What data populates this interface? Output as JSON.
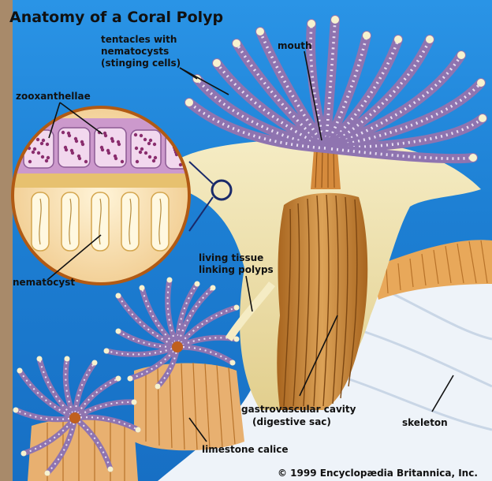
{
  "title": "Anatomy of a Coral Polyp",
  "labels": {
    "tentacles_line1": "tentacles with",
    "tentacles_line2": "nematocysts",
    "tentacles_line3": "(stinging cells)",
    "mouth": "mouth",
    "zooxanthellae": "zooxanthellae",
    "nematocyst": "nematocyst",
    "living_tissue_line1": "living tissue",
    "living_tissue_line2": "linking polyps",
    "gastro_line1": "gastrovascular cavity",
    "gastro_line2": "(digestive sac)",
    "skeleton": "skeleton",
    "limestone": "limestone calice"
  },
  "credit": "© 1999 Encyclopædia Britannica, Inc.",
  "colors": {
    "water": "#1f86d8",
    "tentacle": "#9a7fb8",
    "tentacle_tip": "#f4f0c8",
    "cavity": "#c98a3a",
    "tissue": "#efe3b0",
    "skeleton": "#f2f6fb"
  }
}
